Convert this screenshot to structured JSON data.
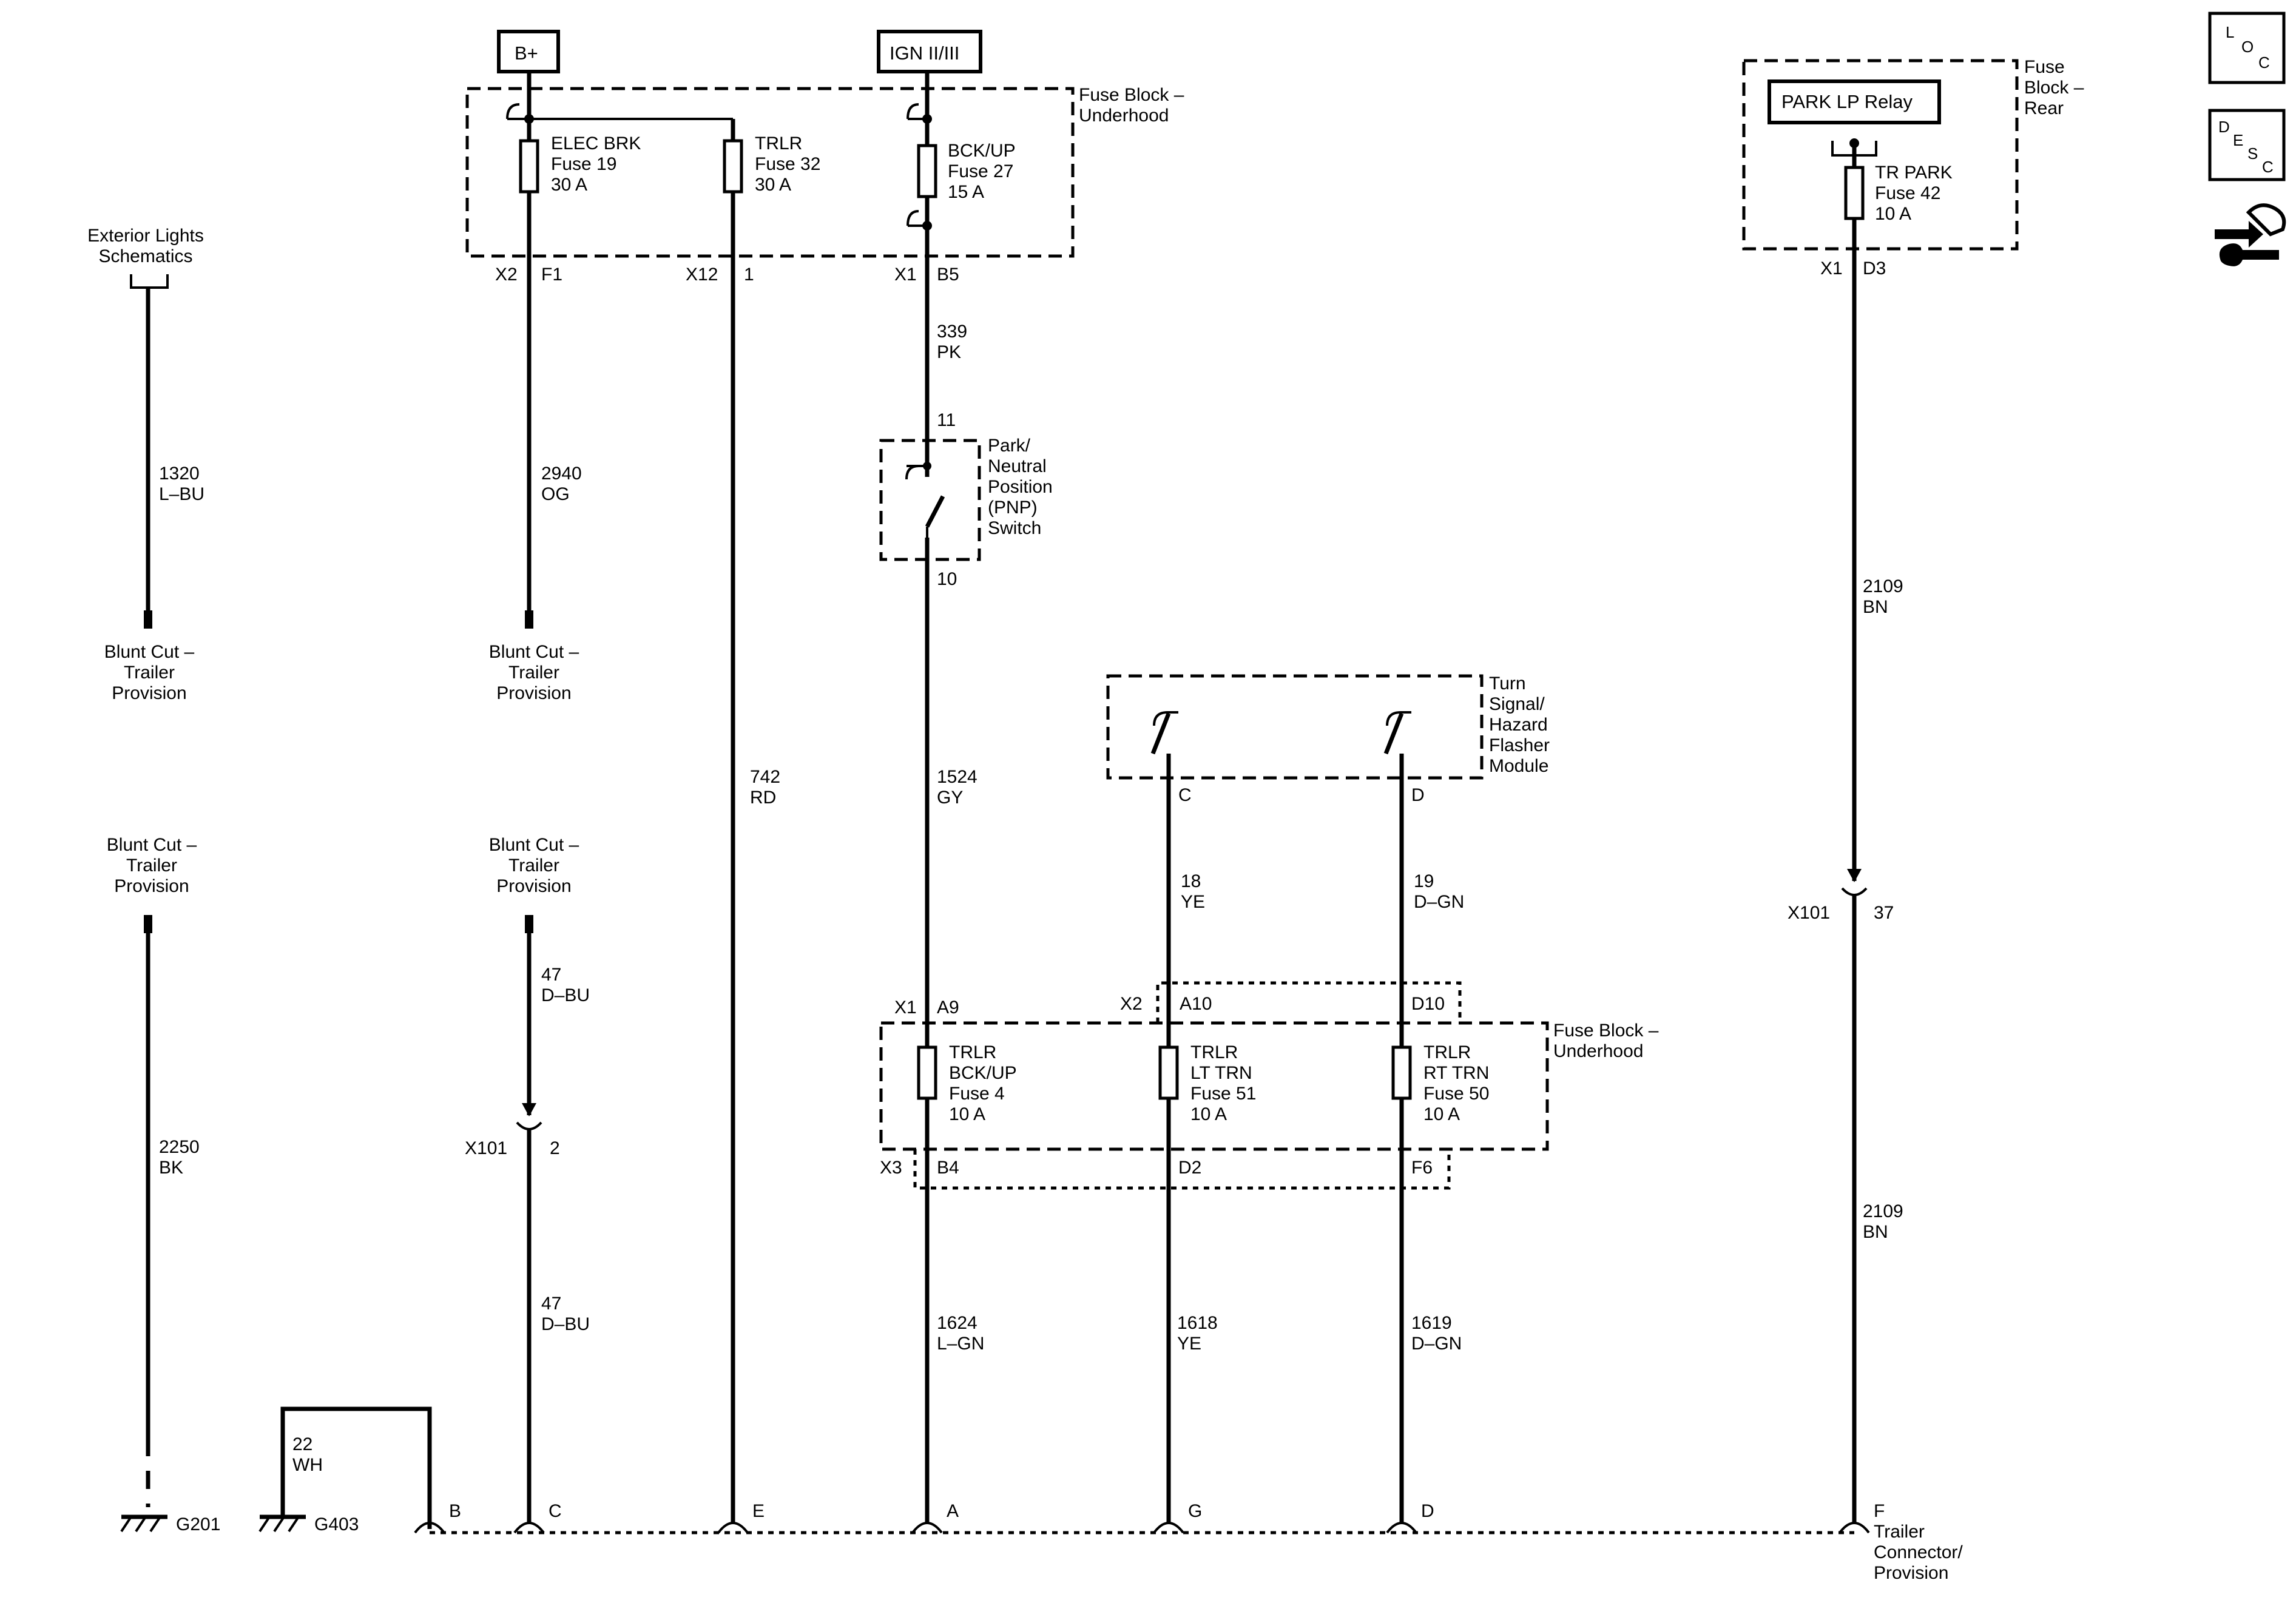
{
  "power": {
    "bplus": "B+",
    "ign": "IGN II/III"
  },
  "fuse_block_underhood": [
    "Fuse Block –",
    "Underhood"
  ],
  "fuse_block_underhood_2": [
    "Fuse Block –",
    "Underhood"
  ],
  "fuse_block_rear": [
    "Fuse",
    "Block –",
    "Rear"
  ],
  "relay": "PARK LP Relay",
  "fuses": {
    "elec_brk": [
      "ELEC BRK",
      "Fuse 19",
      "30 A"
    ],
    "trlr32": [
      "TRLR",
      "Fuse 32",
      "30 A"
    ],
    "bckup27": [
      "BCK/UP",
      "Fuse 27",
      "15 A"
    ],
    "trpark42": [
      "TR PARK",
      "Fuse 42",
      "10 A"
    ],
    "trlr_bckup4": [
      "TRLR",
      "BCK/UP",
      "Fuse 4",
      "10 A"
    ],
    "trlr_lttrn51": [
      "TRLR",
      "LT TRN",
      "Fuse 51",
      "10 A"
    ],
    "trlr_rttrn50": [
      "TRLR",
      "RT TRN",
      "Fuse 50",
      "10 A"
    ]
  },
  "connectors": {
    "x2": "X2",
    "f1": "F1",
    "x12": "X12",
    "one": "1",
    "x1a": "X1",
    "b5": "B5",
    "x1b": "X1",
    "d3": "D3",
    "x1c": "X1",
    "a9": "A9",
    "x2b": "X2",
    "a10": "A10",
    "d10": "D10",
    "x3": "X3",
    "b4": "B4",
    "d2": "D2",
    "f6": "F6",
    "x101a": "X101",
    "pin2": "2",
    "x101b": "X101",
    "pin37": "37",
    "pin11": "11",
    "pin10": "10",
    "c": "C",
    "d": "D"
  },
  "wires": {
    "w1320": [
      "1320",
      "L–BU"
    ],
    "w2940": [
      "2940",
      "OG"
    ],
    "w339": [
      "339",
      "PK"
    ],
    "w742": [
      "742",
      "RD"
    ],
    "w1524": [
      "1524",
      "GY"
    ],
    "w18": [
      "18",
      "YE"
    ],
    "w19": [
      "19",
      "D–GN"
    ],
    "w2109a": [
      "2109",
      "BN"
    ],
    "w2109b": [
      "2109",
      "BN"
    ],
    "w47a": [
      "47",
      "D–BU"
    ],
    "w47b": [
      "47",
      "D–BU"
    ],
    "w2250": [
      "2250",
      "BK"
    ],
    "w22": [
      "22",
      "WH"
    ],
    "w1624": [
      "1624",
      "L–GN"
    ],
    "w1618": [
      "1618",
      "YE"
    ],
    "w1619": [
      "1619",
      "D–GN"
    ]
  },
  "components": {
    "exterior_lights": [
      "Exterior Lights",
      "Schematics"
    ],
    "pnp_switch": [
      "Park/",
      "Neutral",
      "Position",
      "(PNP)",
      "Switch"
    ],
    "turn_signal": [
      "Turn",
      "Signal/",
      "Hazard",
      "Flasher",
      "Module"
    ],
    "blunt_cut": [
      "Blunt Cut –",
      "Trailer",
      "Provision"
    ],
    "trailer_connector": [
      "Trailer",
      "Connector/",
      "Provision"
    ]
  },
  "grounds": {
    "g201": "G201",
    "g403": "G403"
  },
  "trailer_pins": {
    "b": "B",
    "c": "C",
    "e": "E",
    "a": "A",
    "g": "G",
    "d": "D",
    "f": "F"
  },
  "icons": {
    "loc": [
      "L",
      "O",
      "C"
    ],
    "desc": [
      "D",
      "E",
      "S",
      "C"
    ],
    "tools": "tools-icon"
  }
}
